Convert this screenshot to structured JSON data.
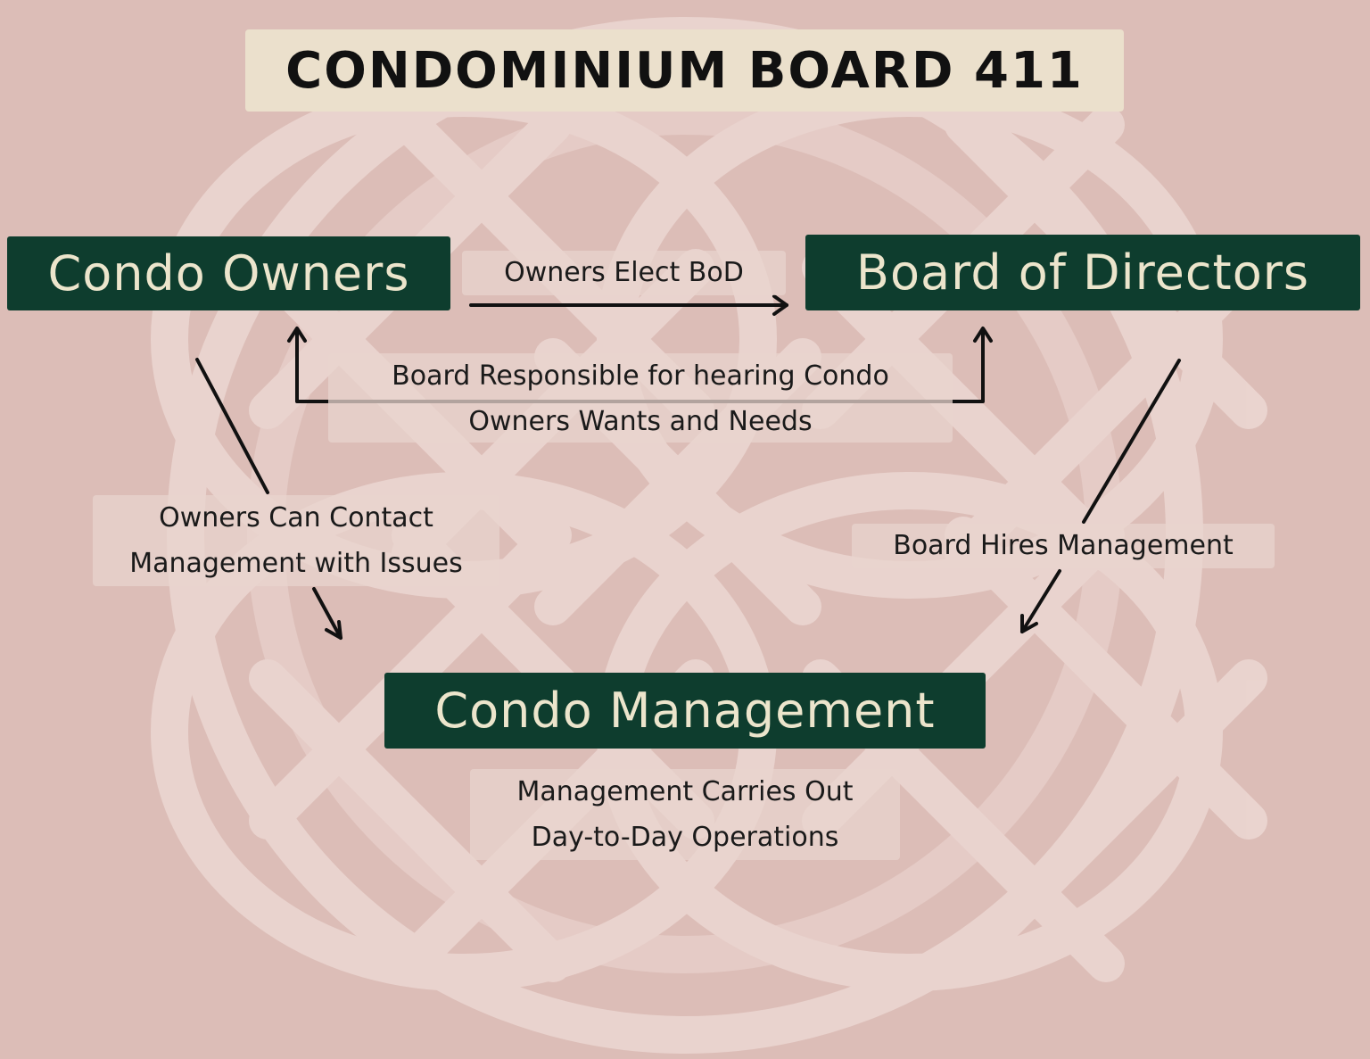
{
  "title": "CONDOMINIUM BOARD 411",
  "nodes": {
    "owners": "Condo Owners",
    "board": "Board of Directors",
    "management": "Condo Management"
  },
  "labels": {
    "elect": "Owners Elect BoD",
    "board_responsible": [
      "Board Responsible for hearing Condo",
      "Owners Wants and Needs"
    ],
    "owners_contact": [
      "Owners Can Contact",
      "Management with Issues"
    ],
    "board_hires": "Board Hires Management",
    "management_carries": [
      "Management Carries Out",
      "Day-to-Day Operations"
    ]
  },
  "colors": {
    "background": "#dcbdb7",
    "title_box": "#ebe0cc",
    "node_fill": "#0e3d2e",
    "node_text": "#ece5cc",
    "arrow": "#111111"
  }
}
